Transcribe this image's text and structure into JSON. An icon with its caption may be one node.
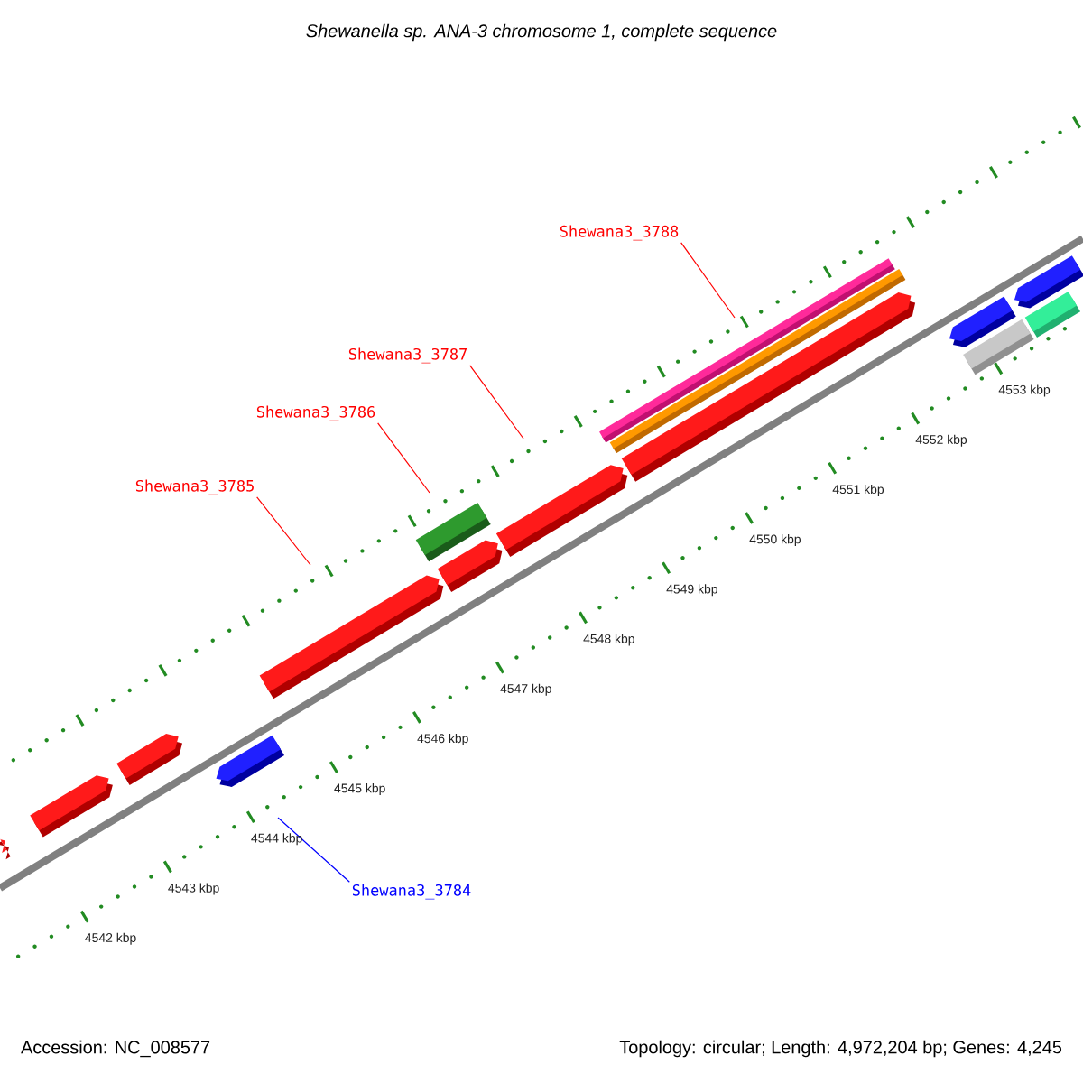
{
  "diagram": {
    "title": "Shewanella sp. ANA-3 chromosome 1, complete sequence",
    "nodes": [
      {
        "text": [
          "Shewana3_3788"
        ]
      },
      {
        "text": [
          "Shewana3_3787"
        ]
      },
      {
        "text": [
          "Shewana3_3786"
        ]
      },
      {
        "text": [
          "Shewana3_3785"
        ]
      },
      {
        "text": [
          "Shewana3_3784"
        ]
      }
    ],
    "edges": [
      {
        "from": 0,
        "to": null,
        "arrow": "none"
      },
      {
        "from": 1,
        "to": null,
        "arrow": "none"
      },
      {
        "from": 2,
        "to": null,
        "arrow": "none"
      },
      {
        "from": 3,
        "to": null,
        "arrow": "none"
      },
      {
        "from": 4,
        "to": null,
        "arrow": "none",
        "color": "#0000ff"
      }
    ],
    "labels": [
      "4553 kbp",
      "4552 kbp",
      "4551 kbp",
      "4550 kbp",
      "4549 kbp",
      "4548 kbp",
      "4547 kbp",
      "4546 kbp",
      "4545 kbp",
      "4544 kbp",
      "4543 kbp",
      "4542 kbp",
      "Accession: NC_008577",
      "Topology: circular; Length: 4,972,204 bp; Genes: 4,245"
    ]
  }
}
